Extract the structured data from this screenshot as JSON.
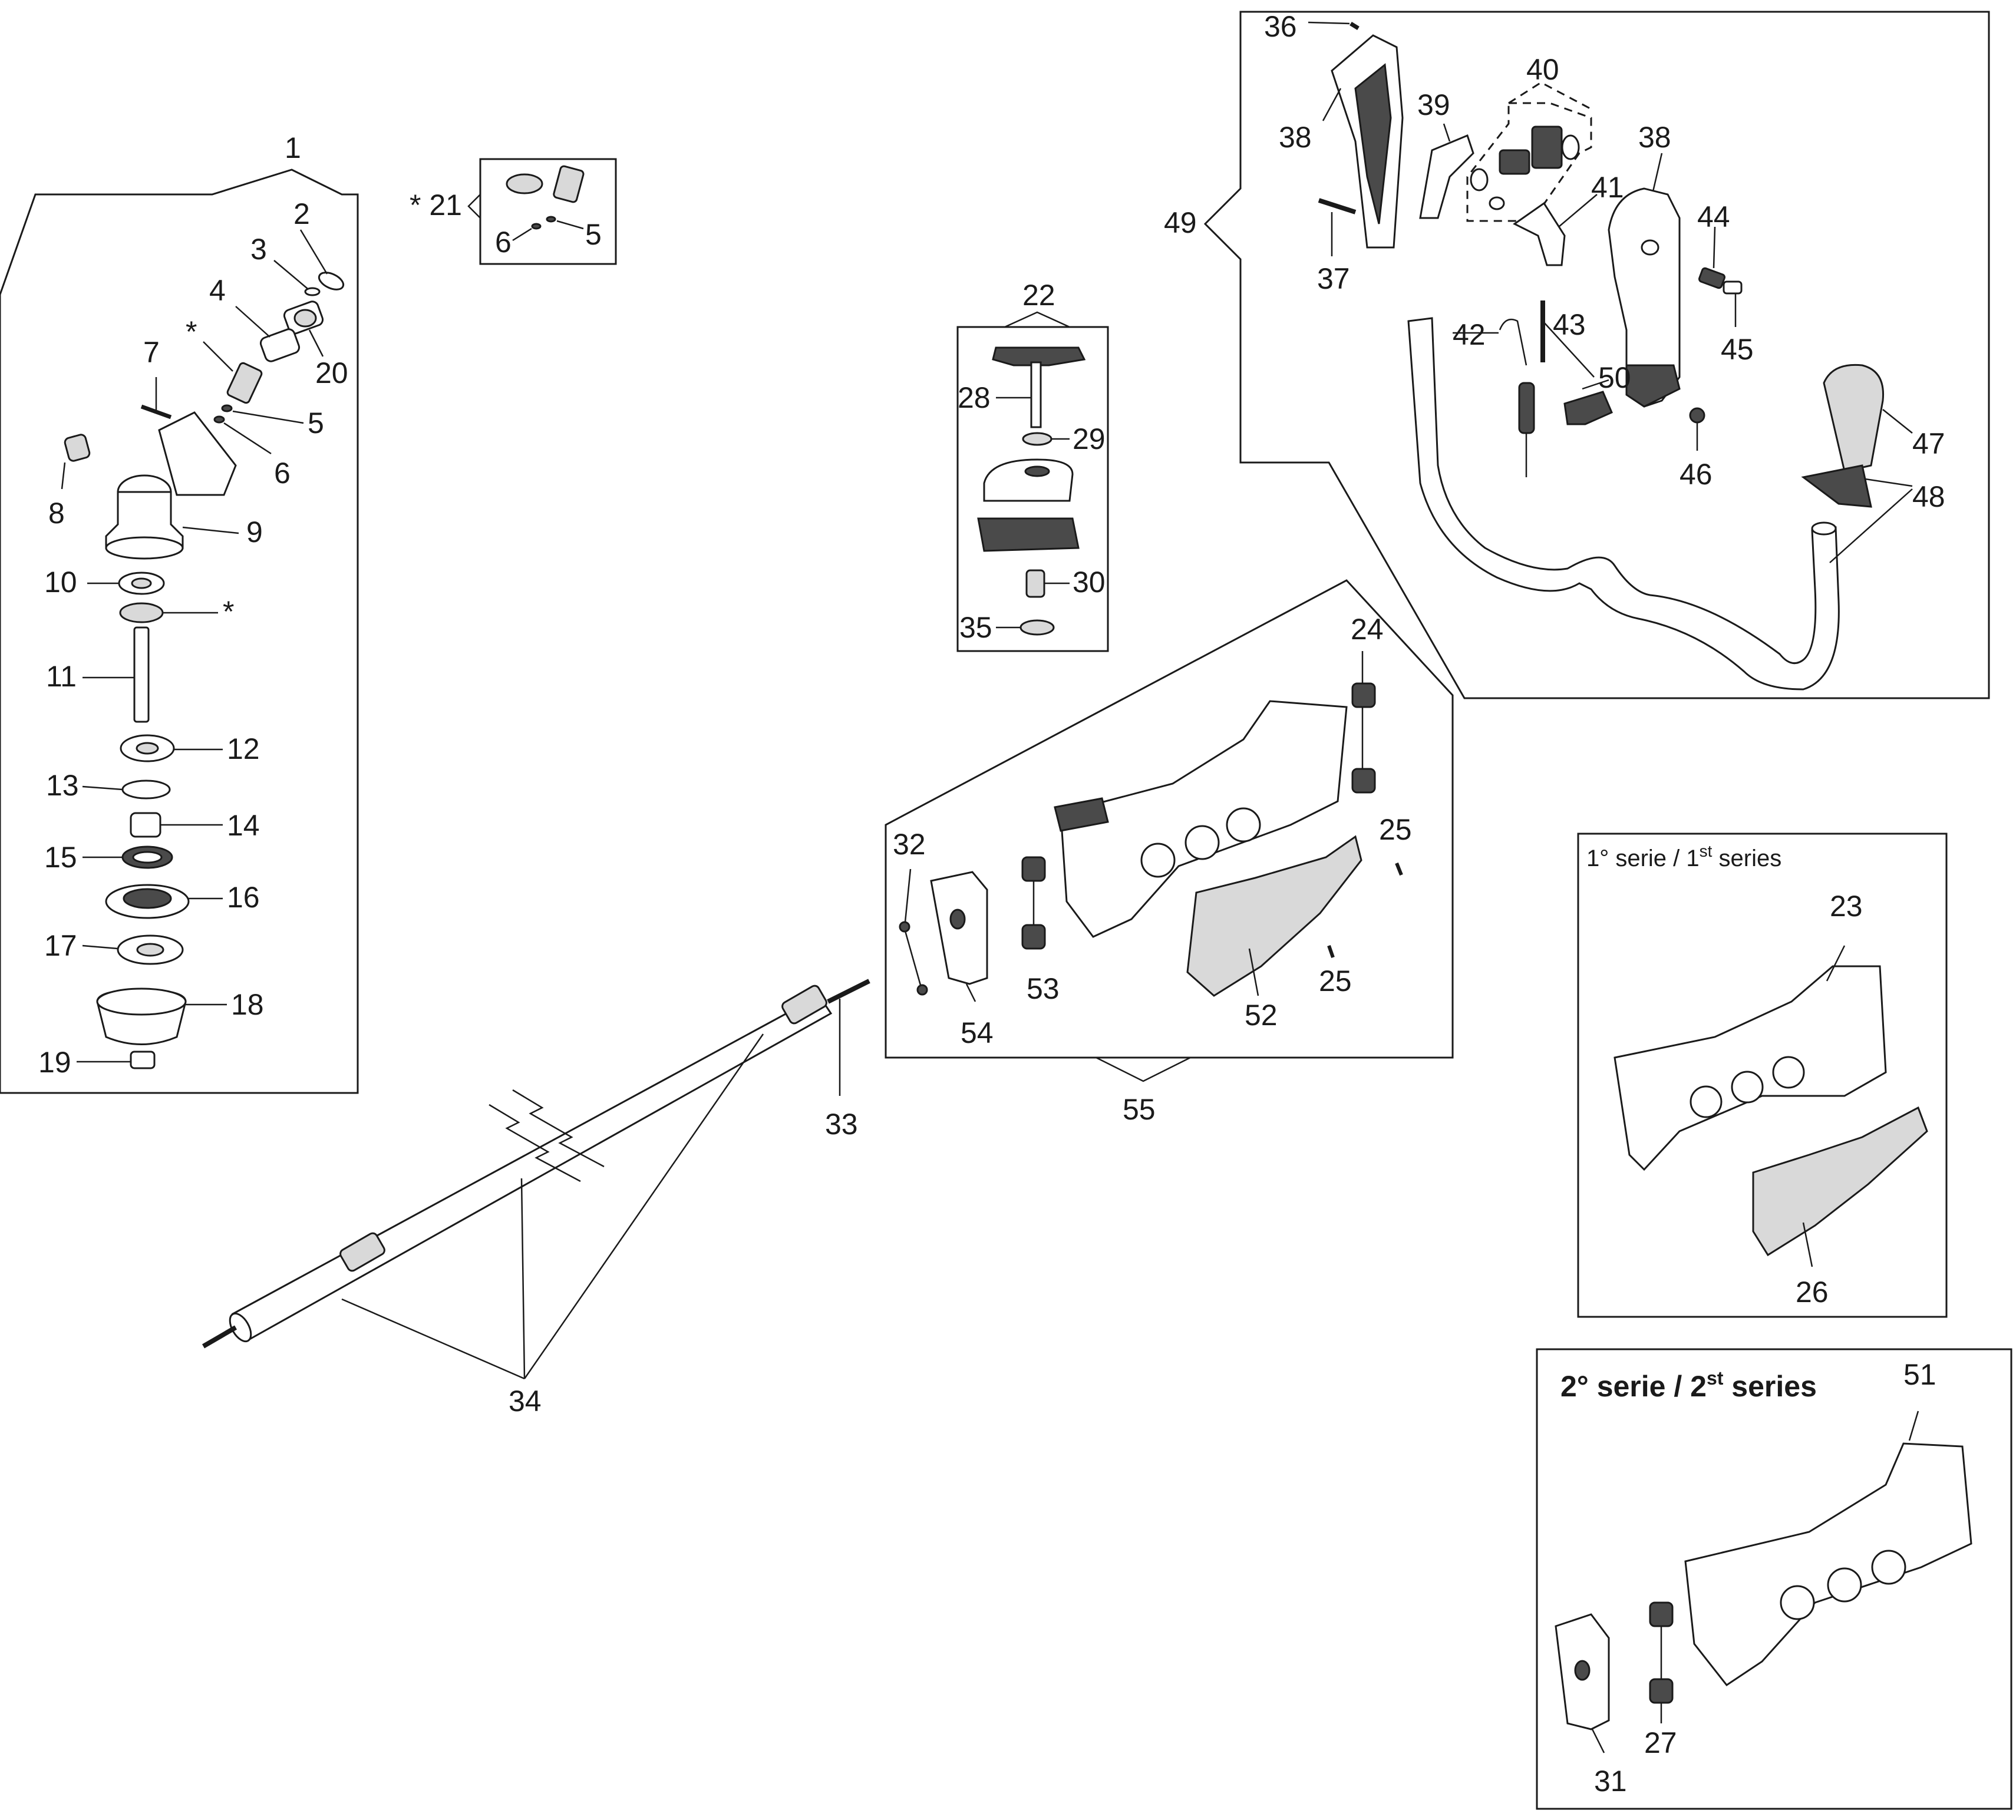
{
  "callouts": {
    "c1": "1",
    "c2": "2",
    "c3": "3",
    "c4": "4",
    "c4star": "*",
    "c5": "5",
    "c6": "6",
    "c7": "7",
    "c8": "8",
    "c9": "9",
    "c10": "10",
    "c10star": "*",
    "c11": "11",
    "c12": "12",
    "c13": "13",
    "c14": "14",
    "c15": "15",
    "c16": "16",
    "c17": "17",
    "c18": "18",
    "c19": "19",
    "c20": "20",
    "c21": "* 21",
    "c21_6": "6",
    "c21_5": "5",
    "c22": "22",
    "c28": "28",
    "c29": "29",
    "c30": "30",
    "c35": "35",
    "c24": "24",
    "c25a": "25",
    "c25b": "25",
    "c32": "32",
    "c52": "52",
    "c53": "53",
    "c54": "54",
    "c55": "55",
    "c33": "33",
    "c34": "34",
    "c36": "36",
    "c37": "37",
    "c38a": "38",
    "c38b": "38",
    "c39": "39",
    "c40": "40",
    "c41": "41",
    "c42": "42",
    "c43": "43",
    "c44": "44",
    "c45": "45",
    "c46": "46",
    "c47": "47",
    "c48": "48",
    "c49": "49",
    "c50": "50",
    "c23": "23",
    "c26": "26",
    "c51": "51",
    "c27": "27",
    "c31": "31"
  },
  "series": {
    "first": {
      "prefix": "1° serie / 1",
      "sup": "st",
      "suffix": " series"
    },
    "second": {
      "prefix": "2° serie / 2",
      "sup": "st",
      "suffix": " series"
    }
  }
}
